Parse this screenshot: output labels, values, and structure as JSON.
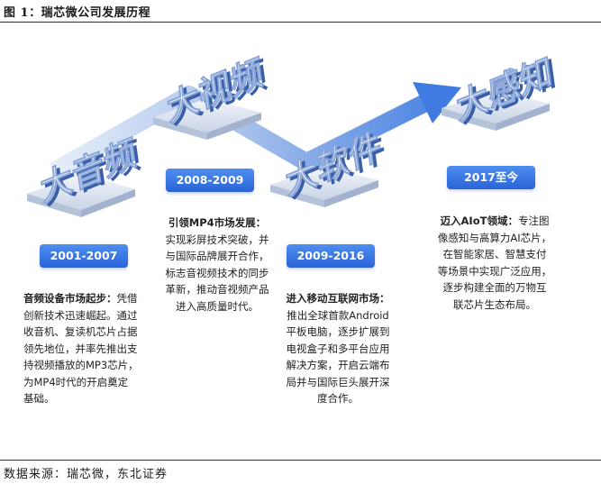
{
  "title": "图 1：瑞芯微公司发展历程",
  "source": "数据来源：瑞芯微，东北证券",
  "stages": [
    {
      "word": "大音频",
      "period": "2001-2007",
      "lead": "音频设备市场起步：",
      "lines": [
        "凭借",
        "创新技术迅速崛起。通过",
        "收音机、复读机芯片占据",
        "领先地位，并率先推出支",
        "持视频播放的MP3芯片，",
        "为MP4时代的开启奠定",
        "基础。"
      ]
    },
    {
      "word": "大视频",
      "period": "2008-2009",
      "lead": "引领MP4市场发展：",
      "lines": [
        "",
        "实现彩屏技术突破，并",
        "与国际品牌展开合作，",
        "标志音视频技术的同步",
        "革新，推动音视频产品",
        "进入高质量时代。"
      ]
    },
    {
      "word": "大软件",
      "period": "2009-2016",
      "lead": "进入移动互联网市场：",
      "lines": [
        "",
        "推出全球首款Android",
        "平板电脑，逐步扩展到",
        "电视盒子和多平台应用",
        "解决方案，开启云端布",
        "局并与国际巨头展开深",
        "度合作。"
      ]
    },
    {
      "word": "大感知",
      "period": "2017至今",
      "lead": "迈入AIoT领域：",
      "lines": [
        "专注图",
        "像感知与高算力AI芯片，",
        "在智能家居、智慧支付",
        "等场景中实现广泛应用，",
        "逐步构建全面的万物互",
        "联芯片生态布局。"
      ]
    }
  ]
}
